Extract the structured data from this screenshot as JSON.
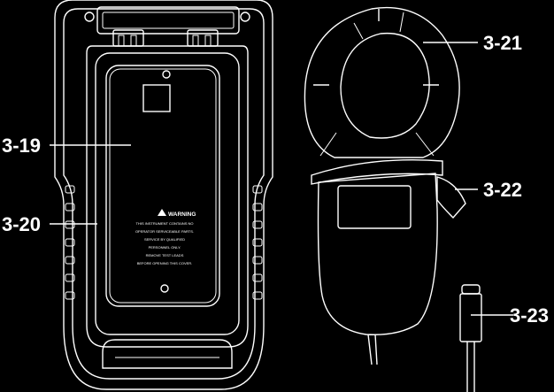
{
  "callouts": {
    "c319": "3-19",
    "c320": "3-20",
    "c321": "3-21",
    "c322": "3-22",
    "c323": "3-23"
  },
  "battery_cover": {
    "warning_title": "WARNING",
    "lines": [
      "THIS INSTRUMENT CONTAINS NO",
      "OPERATOR SERVICEABLE PARTS.",
      "SERVICE BY QUALIFIED",
      "PERSONNEL ONLY.",
      "REMOVE TEST LEADS",
      "BEFORE OPENING THIS COVER."
    ]
  },
  "clamp": {
    "jaw_mark": "I"
  }
}
